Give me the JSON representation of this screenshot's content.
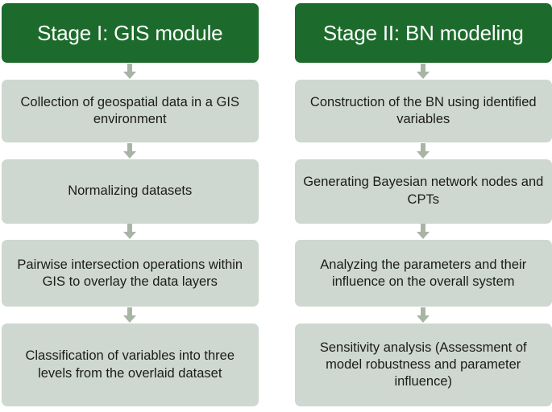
{
  "diagram": {
    "title_left": "Stage I: GIS module",
    "title_right": "Stage II: BN modeling",
    "arrow_icon": "arrow-down-icon",
    "colors": {
      "header_green": "#1C6B2C",
      "process_gray": "#CFD8D0",
      "arrow_sage": "#A8B5A5",
      "header_text": "#FFFFFF",
      "process_text": "#1B1B1B",
      "background": "#FFFFFF"
    },
    "columns": [
      {
        "name": "stage-1",
        "header": "Stage I: GIS module",
        "steps": [
          "Collection of geospatial data in a GIS environment",
          "Normalizing datasets",
          "Pairwise intersection operations within GIS to overlay the data layers",
          "Classification of variables into three levels from the overlaid dataset"
        ]
      },
      {
        "name": "stage-2",
        "header": "Stage II: BN modeling",
        "steps": [
          "Construction of the BN using identified variables",
          "Generating Bayesian network nodes and CPTs",
          "Analyzing the parameters and their influence on the overall system",
          "Sensitivity analysis (Assessment of model robustness and parameter influence)"
        ]
      }
    ]
  }
}
